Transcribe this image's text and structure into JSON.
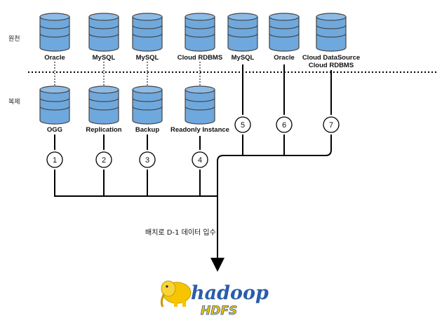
{
  "side_labels": {
    "source": "원천",
    "replica": "복제"
  },
  "sources": [
    {
      "label": "Oracle"
    },
    {
      "label": "MySQL"
    },
    {
      "label": "MySQL"
    },
    {
      "label": "Cloud RDBMS"
    },
    {
      "label": "MySQL"
    },
    {
      "label": "Oracle"
    },
    {
      "label": "Cloud DataSource",
      "label2": "Cloud RDBMS"
    }
  ],
  "replicas": [
    {
      "label": "OGG"
    },
    {
      "label": "Replication"
    },
    {
      "label": "Backup"
    },
    {
      "label": "Readonly Instance"
    }
  ],
  "paths": [
    "1",
    "2",
    "3",
    "4",
    "5",
    "6",
    "7"
  ],
  "note": "배치로 D-1 데이터 입수",
  "target": {
    "logo_text": "hadoop",
    "logo_sub": "HDFS"
  },
  "colors": {
    "cylinder_fill": "#6fa8dc",
    "cylinder_stroke": "#444444",
    "logo_yellow": "#f6c500",
    "logo_blue": "#2a5caa"
  }
}
